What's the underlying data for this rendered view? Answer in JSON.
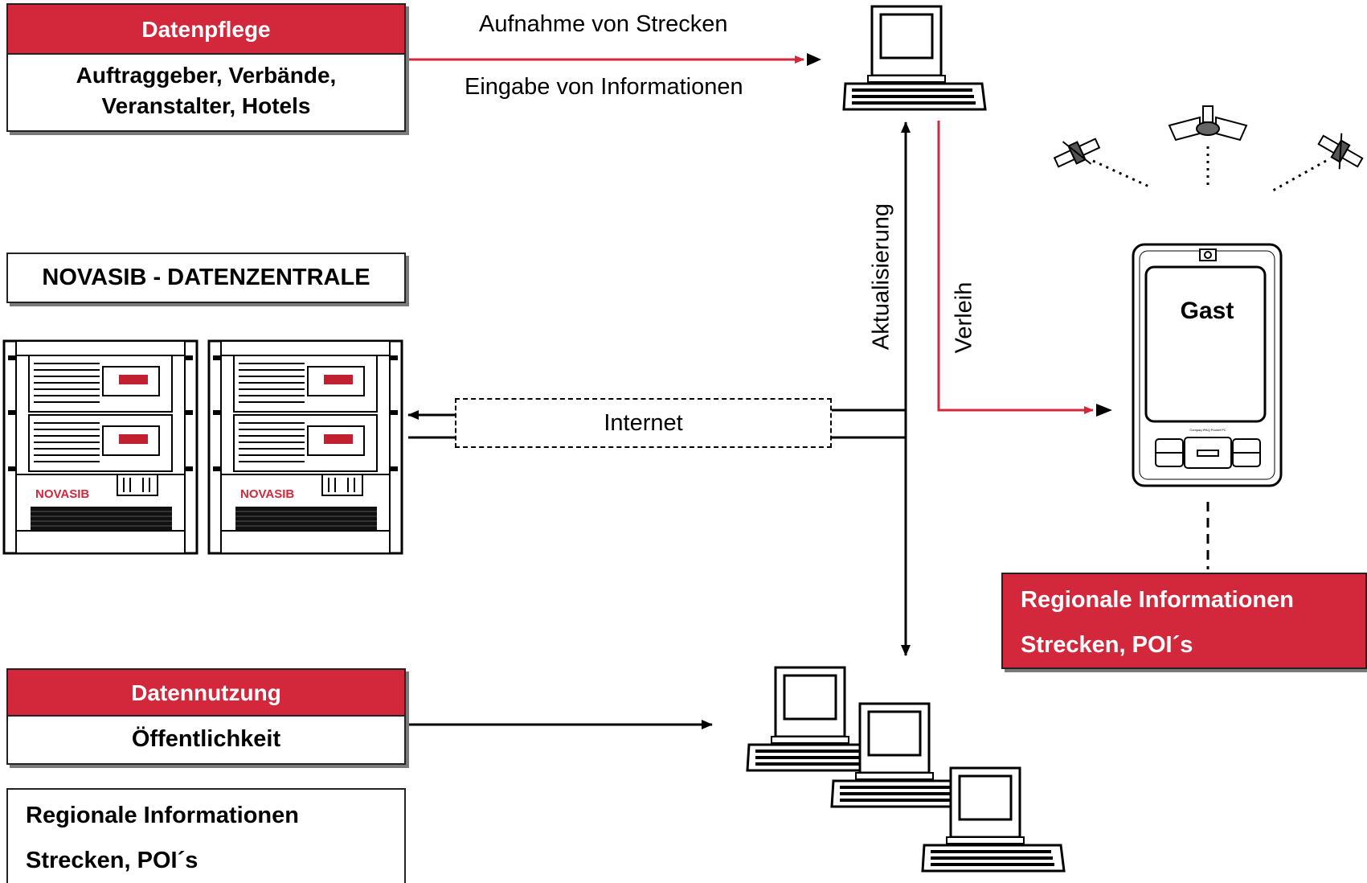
{
  "datenpflege": {
    "header": "Datenpflege",
    "line1": "Auftraggeber, Verbände,",
    "line2": "Veranstalter, Hotels"
  },
  "datenzentrale": {
    "title": "NOVASIB - DATENZENTRALE"
  },
  "servers": {
    "brand_left": "NOVASIB",
    "brand_right": "NOVASIB"
  },
  "datennutzung": {
    "header": "Datennutzung",
    "line1": "Öffentlichkeit"
  },
  "info_box_left": {
    "line1": "Regionale Informationen",
    "line2": "Strecken, POI´s"
  },
  "info_box_right": {
    "line1": "Regionale Informationen",
    "line2": "Strecken, POI´s"
  },
  "labels": {
    "aufnahme": "Aufnahme von Strecken",
    "eingabe": "Eingabe von Informationen",
    "aktualisierung": "Aktualisierung",
    "verleih": "Verleih",
    "internet": "Internet"
  },
  "device": {
    "screen_text": "Gast",
    "maker_text": "Compaq iPAQ Pocket PC"
  },
  "colors": {
    "accent_red": "#d3283b",
    "line_black": "#000000",
    "shadow_gray": "#7a7a7a"
  },
  "icons": [
    "desktop-computer-icon",
    "server-rack-icon",
    "satellite-icon",
    "pda-device-icon"
  ]
}
